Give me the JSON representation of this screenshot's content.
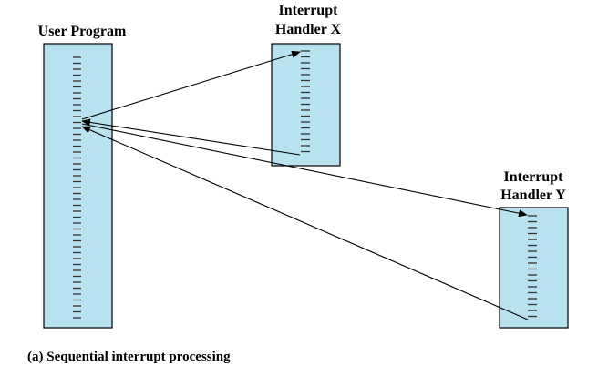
{
  "labels": {
    "user_program": "User Program",
    "handler_x_line1": "Interrupt",
    "handler_x_line2": "Handler X",
    "handler_y_line1": "Interrupt",
    "handler_y_line2": "Handler Y",
    "caption": "(a) Sequential interrupt processing"
  },
  "colors": {
    "box_fill": "#b8e2f0",
    "tick": "#333333",
    "line": "#000000"
  }
}
